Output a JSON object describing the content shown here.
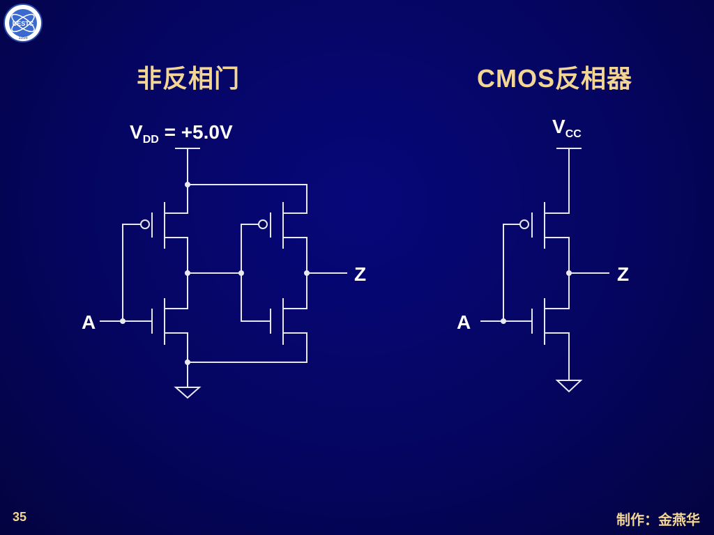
{
  "slide": {
    "title_left": "非反相门",
    "title_right": "CMOS反相器",
    "page_number": "35",
    "credit": "制作：金燕华"
  },
  "left_circuit": {
    "supply_main": "V",
    "supply_sub": "DD",
    "supply_value": " = +5.0V",
    "input_label": "A",
    "output_label": "Z"
  },
  "right_circuit": {
    "supply_main": "V",
    "supply_sub": "CC",
    "input_label": "A",
    "output_label": "Z"
  },
  "logo": {
    "text": "UESTC",
    "year": "1956"
  },
  "colors": {
    "background": "#05055e",
    "title": "#f3d693",
    "wire": "#e8e8f0"
  }
}
